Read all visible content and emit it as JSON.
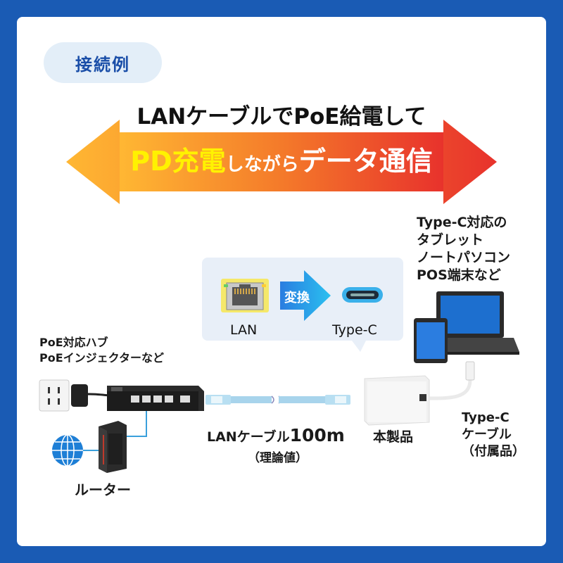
{
  "tag": "接続例",
  "headline": {
    "line1": "LANケーブルでPoE給電して",
    "line2_a": "PD充電",
    "line2_b": "しながら",
    "line2_c": "データ通信"
  },
  "devices": {
    "line1": "Type-C対応の",
    "line2": "タブレット",
    "line3": "ノートパソコン",
    "line4": "POS端末など"
  },
  "conversion": {
    "lan": "LAN",
    "arrow": "変換",
    "typec": "Type-C"
  },
  "hub": {
    "line1": "PoE対応ハブ",
    "line2": "PoEインジェクターなど"
  },
  "router": "ルーター",
  "lan_cable": {
    "line1_a": "LANケーブル",
    "line1_b": "100m",
    "line2": "（理論値）"
  },
  "product": "本製品",
  "typec_cable": {
    "line1": "Type-C",
    "line2": "ケーブル",
    "line3": "（付属品）"
  },
  "colors": {
    "brand": "#1a5bb4",
    "arrow_left": "#ffb733",
    "arrow_right": "#e8322c",
    "highlight": "#fff200"
  }
}
